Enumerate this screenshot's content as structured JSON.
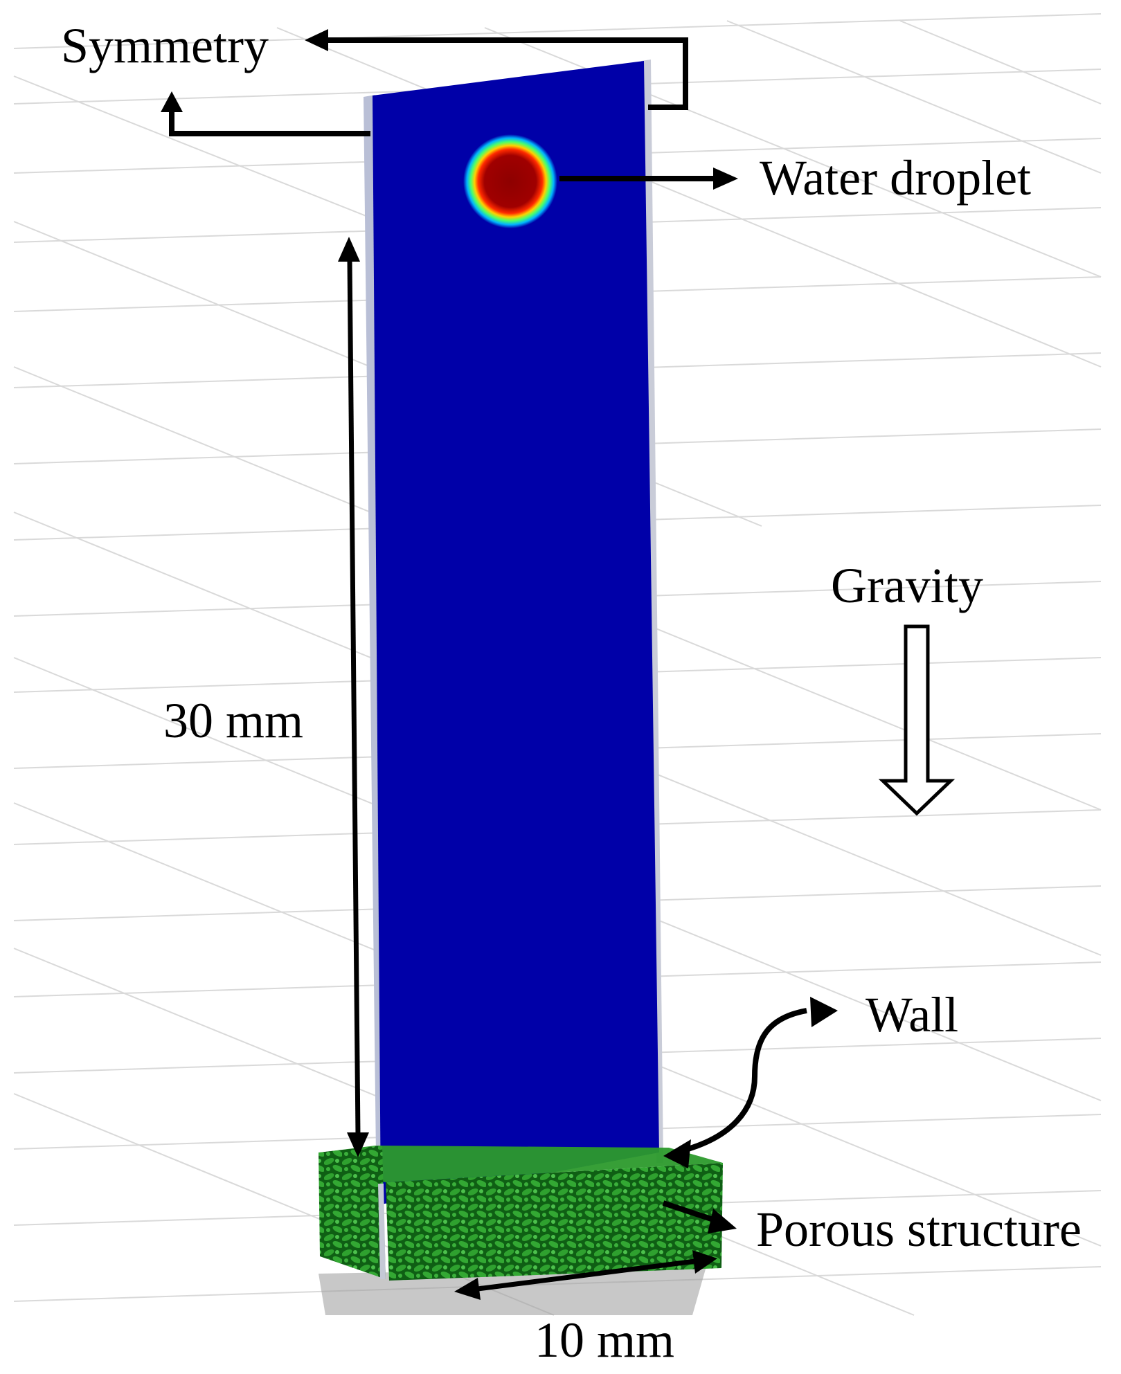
{
  "labels": {
    "symmetry": "Symmetry",
    "water_droplet": "Water droplet",
    "gravity": "Gravity",
    "height": "30 mm",
    "wall": "Wall",
    "porous_structure": "Porous structure",
    "width": "10 mm"
  },
  "colors": {
    "domain": "#0000a8",
    "droplet_core": "#9a0000",
    "droplet_rim": "#ff3a00",
    "porous": "#1f8a1f",
    "grid": "#d9d9d9"
  }
}
